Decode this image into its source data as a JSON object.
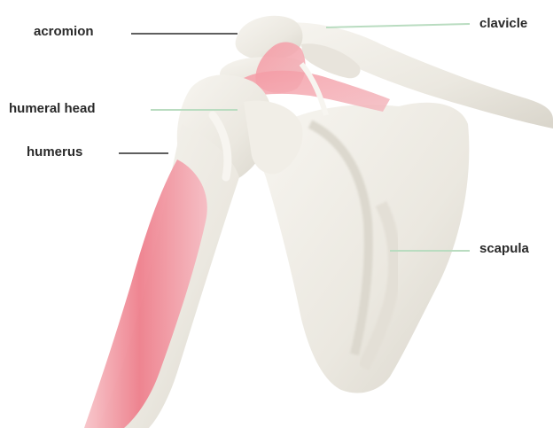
{
  "labels": {
    "acromion": "acromion",
    "clavicle": "clavicle",
    "humeral_head": "humeral head",
    "humerus": "humerus",
    "scapula": "scapula"
  },
  "colors": {
    "bone": "#ece9e2",
    "bone_shadow": "#d6d2c8",
    "muscle": "#ef8b95",
    "leader_dark": "#2a2a2a",
    "leader_light": "#b9dcc0"
  }
}
